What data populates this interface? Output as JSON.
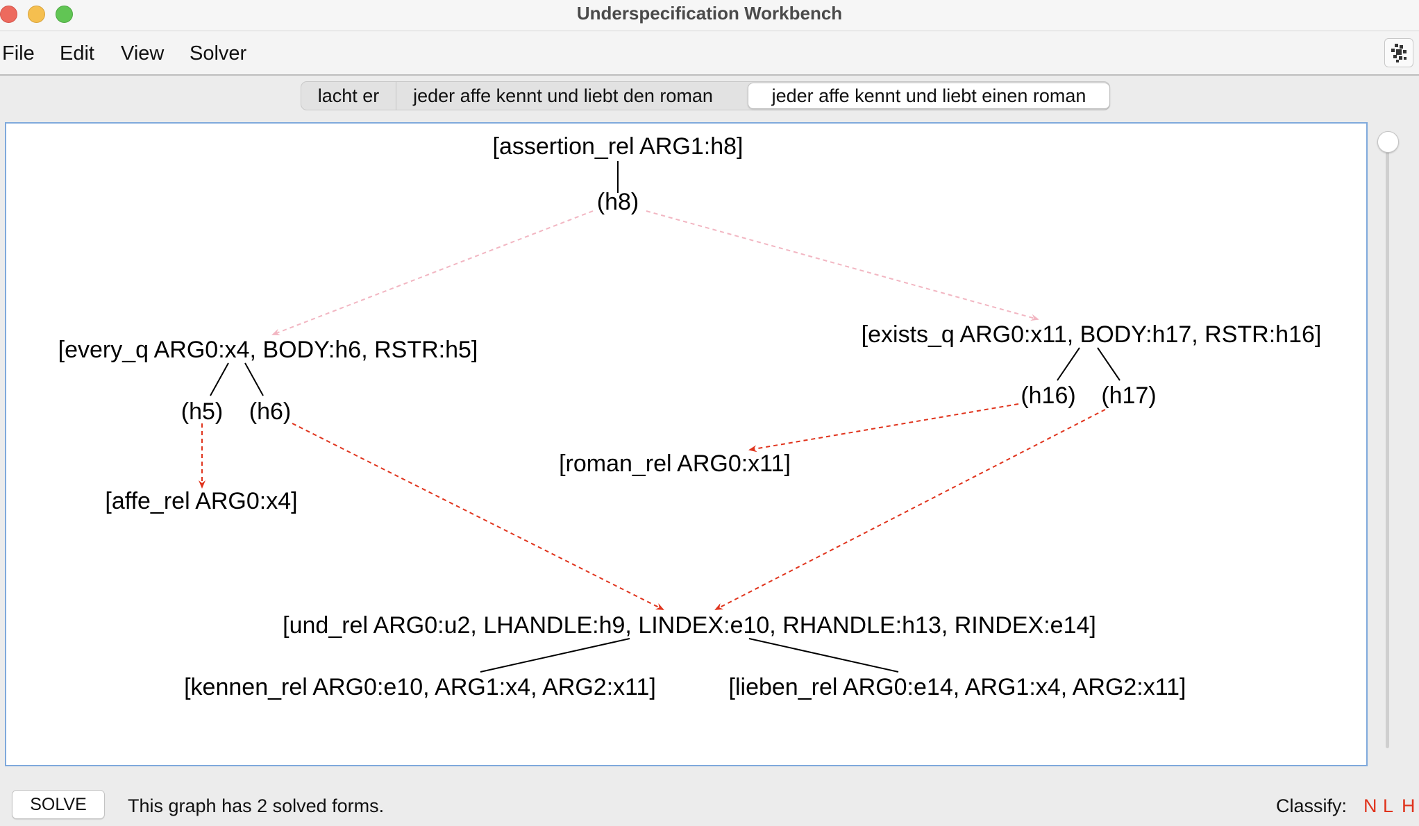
{
  "window": {
    "title": "Underspecification Workbench"
  },
  "menu": [
    "File",
    "Edit",
    "View",
    "Solver"
  ],
  "tabs": [
    {
      "label": "lacht er",
      "selected": false
    },
    {
      "label": "jeder affe kennt und liebt den roman",
      "selected": false
    },
    {
      "label": "jeder affe kennt und liebt einen roman",
      "selected": true
    }
  ],
  "graph": {
    "nodes": {
      "assertion": "[assertion_rel ARG1:h8]",
      "h8": "(h8)",
      "every": "[every_q ARG0:x4, BODY:h6, RSTR:h5]",
      "h5": "(h5)",
      "h6": "(h6)",
      "affe": "[affe_rel ARG0:x4]",
      "exists": "[exists_q ARG0:x11, BODY:h17, RSTR:h16]",
      "h16": "(h16)",
      "h17": "(h17)",
      "roman": "[roman_rel ARG0:x11]",
      "und": "[und_rel ARG0:u2, LHANDLE:h9, LINDEX:e10, RHANDLE:h13, RINDEX:e14]",
      "kennen": "[kennen_rel ARG0:e10, ARG1:x4, ARG2:x11]",
      "lieben": "[lieben_rel ARG0:e14, ARG1:x4, ARG2:x11]"
    },
    "colors": {
      "solid": "#000000",
      "dominance": "#e0341d",
      "pending": "#f2b6c2"
    }
  },
  "bottom": {
    "solve_label": "SOLVE",
    "status": "This graph has 2 solved forms.",
    "classify_label": "Classify:",
    "classify_letters": [
      "N",
      "L",
      "H"
    ]
  }
}
